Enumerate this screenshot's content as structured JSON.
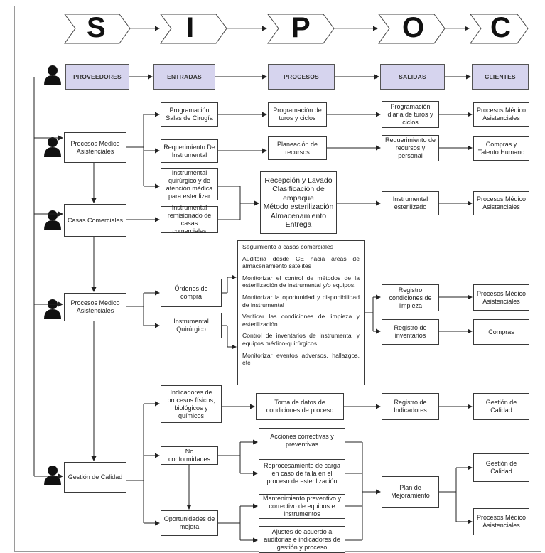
{
  "banner": {
    "letters": [
      "S",
      "I",
      "P",
      "O",
      "C"
    ]
  },
  "headers": {
    "proveedores": "PROVEEDORES",
    "entradas": "ENTRADAS",
    "procesos": "PROCESOS",
    "salidas": "SALIDAS",
    "clientes": "CLIENTES"
  },
  "proveedores": {
    "p1": "Procesos Medico Asistenciales",
    "p2": "Casas Comerciales",
    "p3": "Procesos Medico Asistenciales",
    "p4": "Gestión de Calidad"
  },
  "entradas": {
    "e1": "Programación Salas de Cirugía",
    "e2": "Requerimiento De Instrumental",
    "e3": "Instrumental quirúrgico y de atención médica para esterilizar",
    "e4": "Instrumental remisionado de casas comerciales",
    "e5": "Órdenes de compra",
    "e6": "Instrumental Quirúrgico",
    "e7": "Indicadores de procesos físicos, biológicos y químicos",
    "e8": "No conformidades",
    "e9": "Oportunidades de mejora"
  },
  "procesos": {
    "pr1": "Programación de turos y ciclos",
    "pr2": "Planeación de recursos",
    "pr3": [
      "Recepción y Lavado",
      "Clasificación de empaque",
      "Método esterilización",
      "Almacenamiento",
      "Entrega"
    ],
    "list": [
      "Seguimiento a casas comerciales",
      "Auditoria desde CE hacia áreas de almacenamiento satélites",
      "Monitorizar el control de métodos de la esterilización de instrumental y/o equipos.",
      "Monitorizar la oportunidad y disponibilidad de instrumental",
      "Verificar las condiciones de limpieza y esterilización.",
      "Control de inventarios de instrumental y equipos médico-quirúrgicos.",
      "Monitorizar eventos adversos, hallazgos, etc"
    ],
    "pr5": "Toma de datos de condiciones de proceso",
    "pr6": "Acciones correctivas y preventivas",
    "pr7": "Reprocesamiento de carga en caso de falla en el proceso de esterilización",
    "pr8": "Mantenimiento preventivo y correctivo de equipos e instrumentos",
    "pr9": "Ajustes de acuerdo a auditorias e indicadores de gestión y proceso"
  },
  "salidas": {
    "s1": "Programación diaria de turos y ciclos",
    "s2": "Requerimiento de recursos y personal",
    "s3": "Instrumental esterilizado",
    "s4": "Registro condiciones de limpieza",
    "s5": "Registro de inventarios",
    "s6": "Registro de Indicadores",
    "s7": "Plan de Mejoramiento"
  },
  "clientes": {
    "c1": "Procesos Médico Asistenciales",
    "c2": "Compras y Talento Humano",
    "c3": "Procesos Médico Asistenciales",
    "c4": "Procesos Médico Asistenciales",
    "c5": "Compras",
    "c6": "Gestión de Calidad",
    "c7": "Gestión de Calidad",
    "c8": "Procesos Médico Asistenciales"
  },
  "icons": {
    "person": "person-icon",
    "arrow": "arrow-icon"
  },
  "colors": {
    "header_fill": "#d6d4ee",
    "line": "#222222"
  }
}
